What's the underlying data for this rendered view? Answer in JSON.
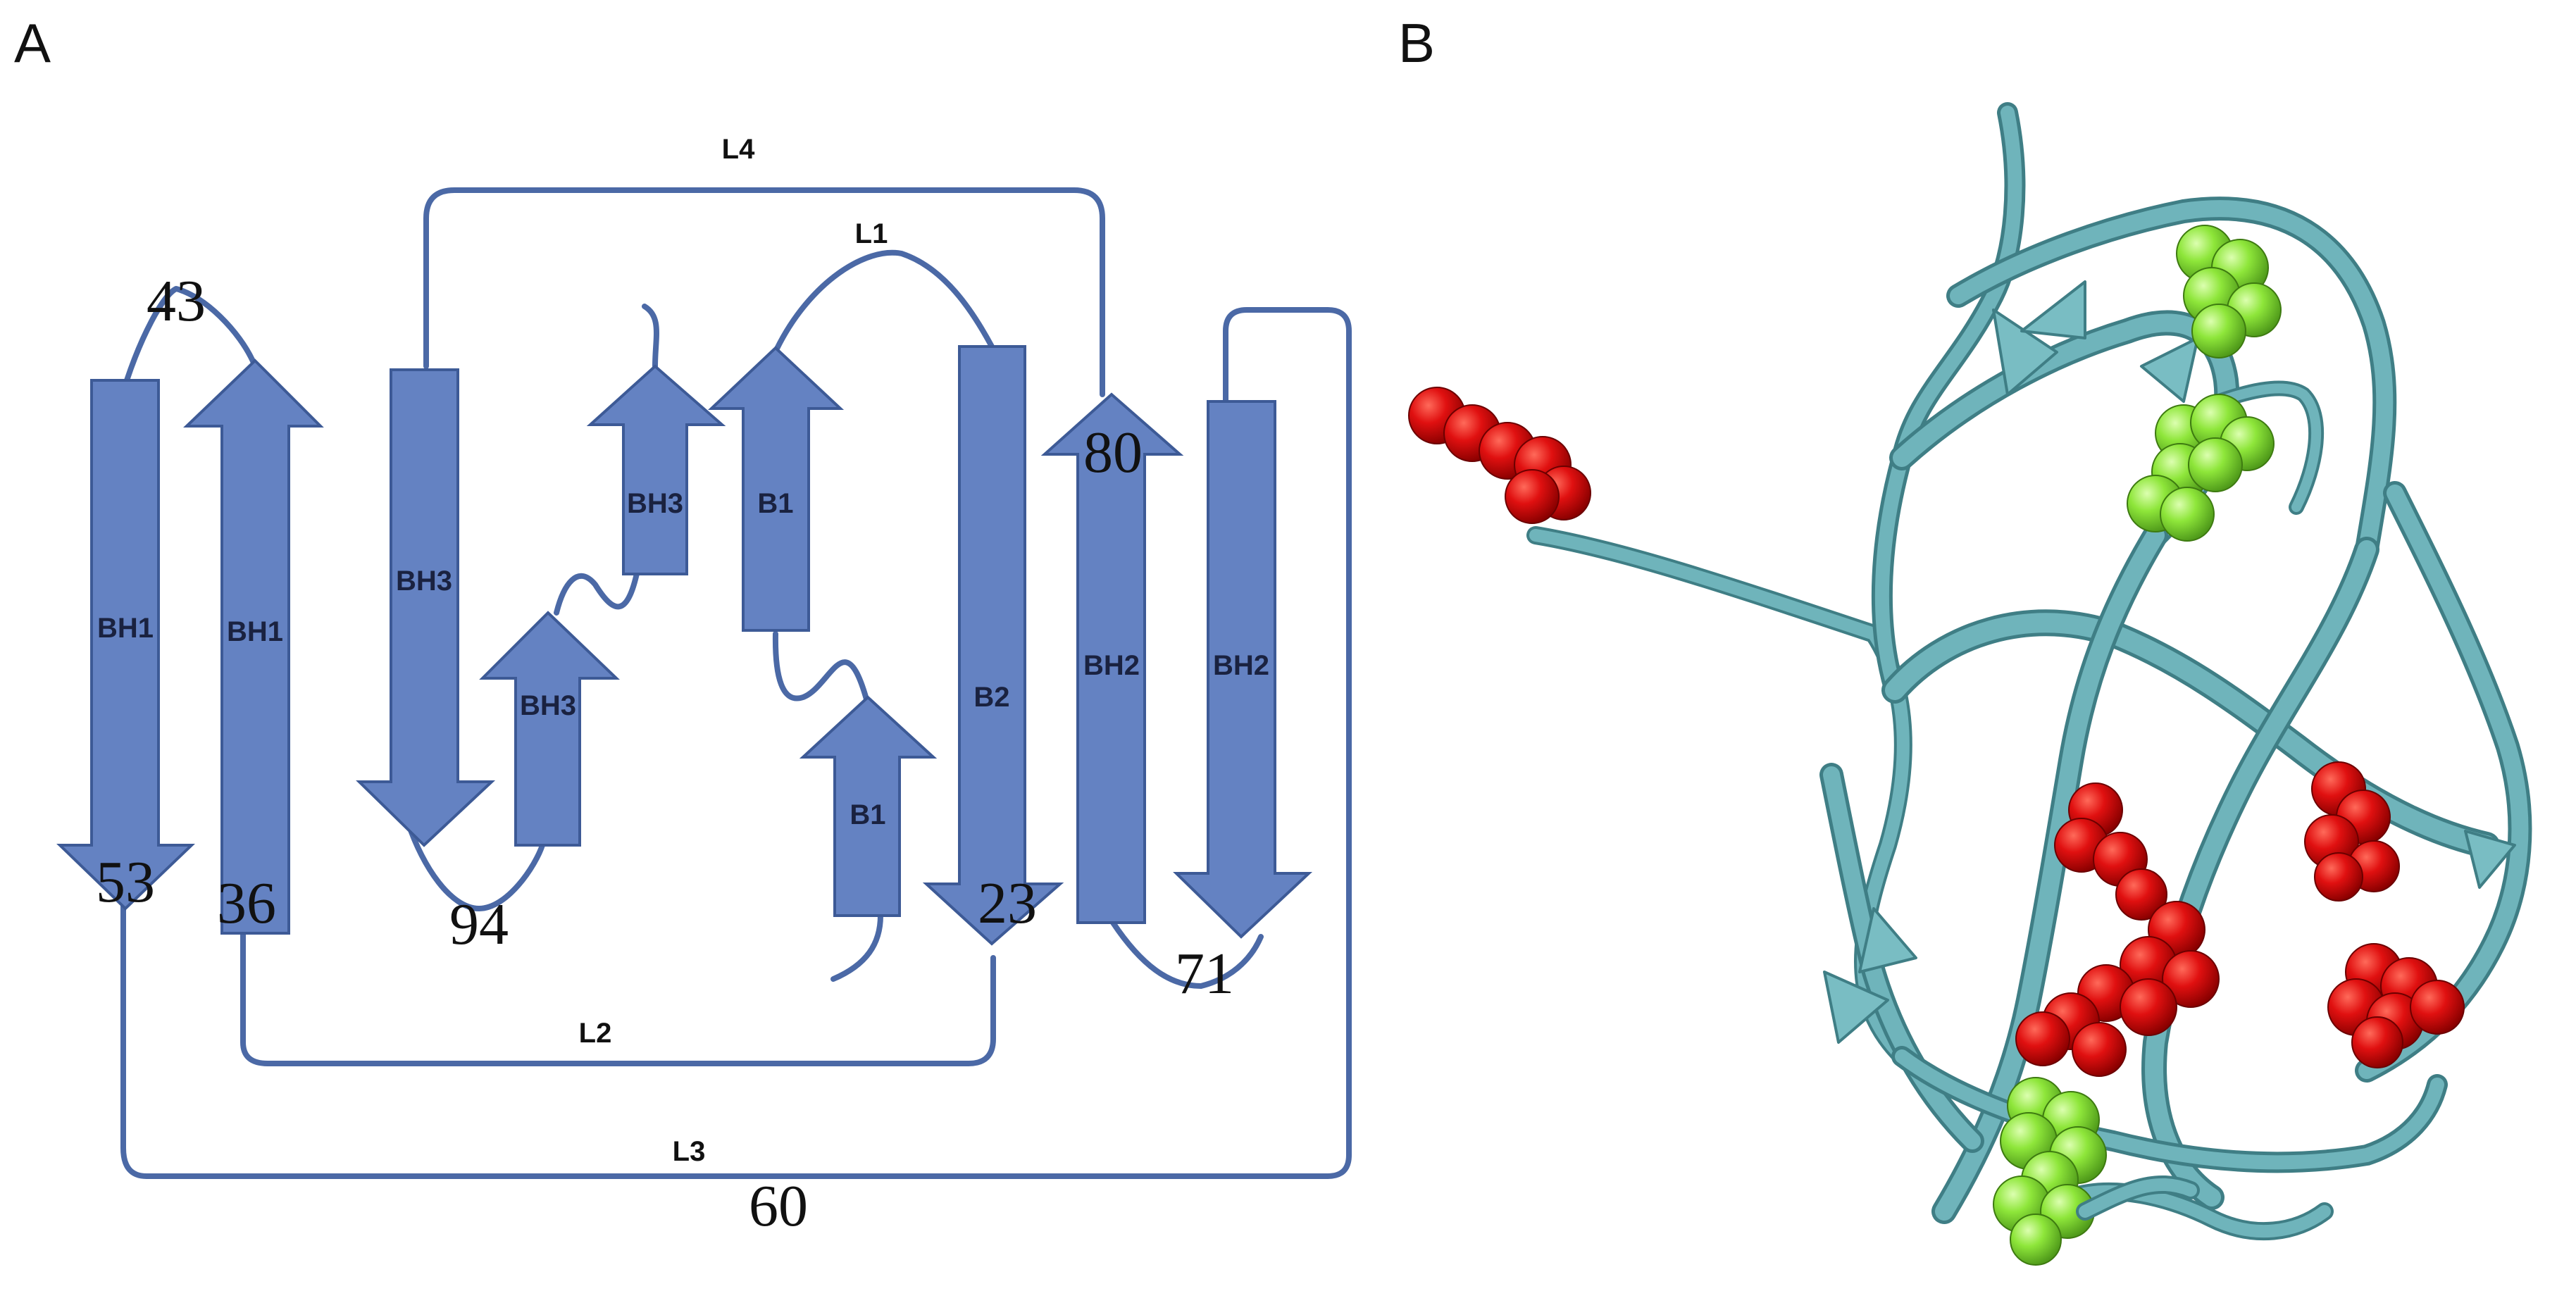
{
  "panels": {
    "A": {
      "letter": "A",
      "strands": [
        {
          "id": "s53",
          "label": "BH1",
          "end_number": "53"
        },
        {
          "id": "s36",
          "label": "BH1",
          "end_number": "36"
        },
        {
          "id": "s94a",
          "label": "BH3",
          "end_number": "94"
        },
        {
          "id": "sbh3b",
          "label": "BH3"
        },
        {
          "id": "sbh3c",
          "label": "BH3"
        },
        {
          "id": "sb1a",
          "label": "B1"
        },
        {
          "id": "sb1b",
          "label": "B1"
        },
        {
          "id": "sb2",
          "label": "B2",
          "end_number": "23"
        },
        {
          "id": "sbh2a",
          "label": "BH2",
          "end_number": "80"
        },
        {
          "id": "sbh2b",
          "label": "BH2",
          "end_number": "71"
        }
      ],
      "loops": {
        "L1": "L1",
        "L2": "L2",
        "L3": "L3",
        "L4": "L4"
      },
      "numbers": {
        "n43": "43",
        "n60": "60"
      }
    },
    "B": {
      "letter": "B",
      "ribbon_color": "#6fb4bb",
      "highlight_colors": {
        "red": "#e01010",
        "green": "#8ee63a"
      }
    }
  },
  "colors": {
    "strand": "#6482c2",
    "loop": "#4b69a6"
  }
}
